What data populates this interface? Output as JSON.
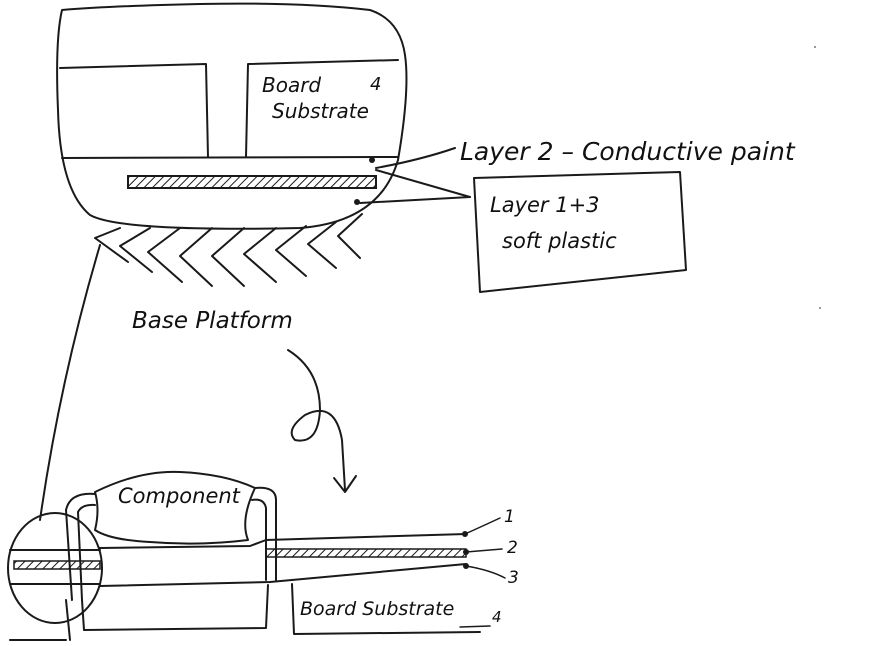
{
  "top_view": {
    "board_substrate_label": [
      "Board",
      "Substrate"
    ],
    "board_substrate_number": "4",
    "layer2_label": "Layer 2 – Conductive paint",
    "layer13_label": [
      "Layer 1+3",
      "soft plastic"
    ],
    "base_platform_label": "Base Platform"
  },
  "bottom_view": {
    "component_label": "Component",
    "board_substrate_label": "Board Substrate",
    "layer_numbers": [
      "1",
      "2",
      "3",
      "4"
    ]
  }
}
